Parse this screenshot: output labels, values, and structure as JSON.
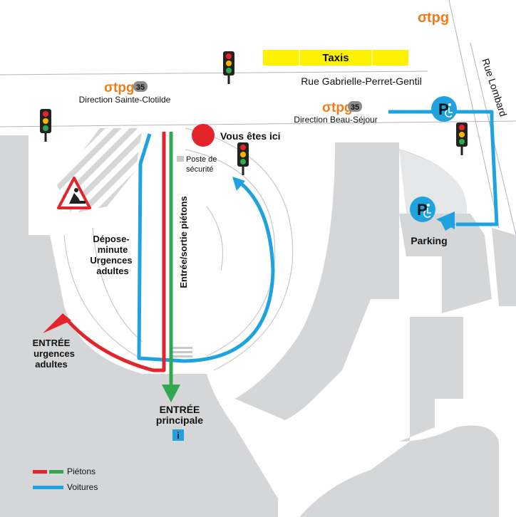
{
  "brand": {
    "tpg": "tpg",
    "line": "35",
    "color": "#f07d1a"
  },
  "streets": {
    "main": "Rue Gabrielle-Perret-Gentil",
    "side": "Rue Lombard"
  },
  "labels": {
    "taxis": "Taxis",
    "dir_sainte_clotilde": "Direction Sainte-Clotilde",
    "dir_beau_sejour": "Direction Beau-Séjour",
    "you_are_here": "Vous êtes ici",
    "security_post_1": "Poste de",
    "security_post_2": "sécurité",
    "dropoff_1": "Dépose-",
    "dropoff_2": "minute",
    "dropoff_3": "Urgences",
    "dropoff_4": "adultes",
    "pedestrian_path": "Entrée/sortie piétons",
    "parking": "Parking",
    "entree_urg_1": "ENTRÉE",
    "entree_urg_2": "urgences",
    "entree_urg_3": "adultes",
    "entree_main_1": "ENTRÉE",
    "entree_main_2": "principale",
    "info": "i",
    "parking_letter": "P"
  },
  "legend": {
    "pedestrians": "Piétons",
    "cars": "Voitures"
  },
  "colors": {
    "red": "#e3242b",
    "green": "#2fa84f",
    "blue": "#1ea3e0",
    "ground": "#d5d6d8",
    "taxi": "#fff200"
  }
}
